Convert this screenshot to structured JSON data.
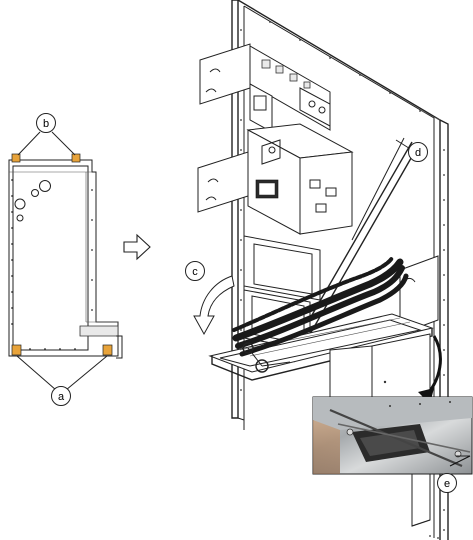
{
  "callouts": {
    "a": "a",
    "b": "b",
    "c": "c",
    "d": "d",
    "e": "e"
  },
  "colors": {
    "line": "#222222",
    "bracket_highlight": "#e8a33a",
    "cable": "#1a1a1a",
    "background": "#ffffff"
  },
  "icons": {
    "direction_arrow": "right-arrow-outline-icon",
    "rotation_arrow": "curved-down-arrow-icon"
  }
}
